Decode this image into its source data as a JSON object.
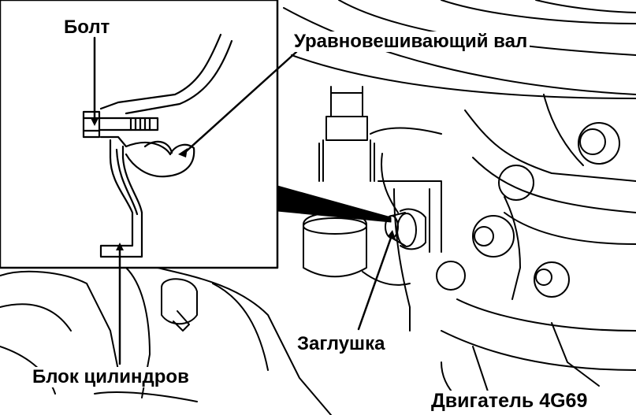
{
  "labels": {
    "bolt": "Болт",
    "balance_shaft": "Уравновешивающий вал",
    "plug": "Заглушка",
    "cylinder_block": "Блок цилиндров",
    "engine": "Двигатель 4G69"
  },
  "colors": {
    "line": "#000000",
    "background": "#ffffff"
  }
}
